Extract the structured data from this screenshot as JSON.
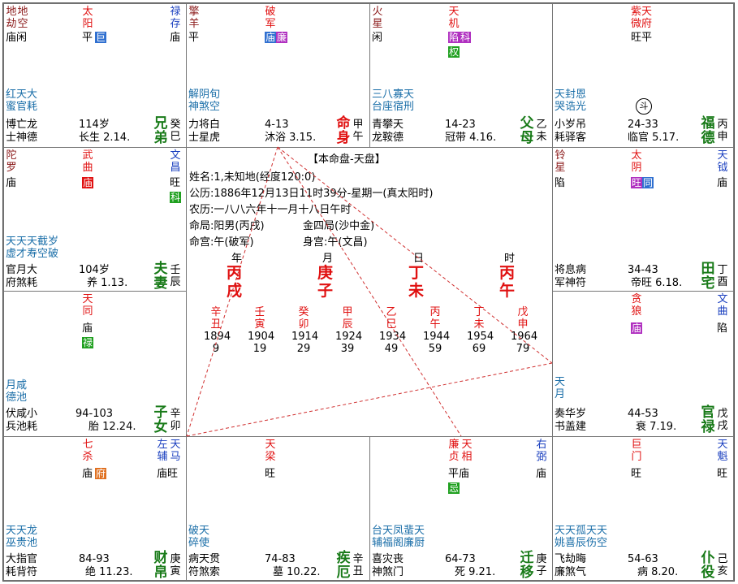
{
  "center": {
    "title": "【本命盘-天盘】",
    "name": "姓名:1,未知地(经度120:0)",
    "solar": "公历:1886年12月13日11时39分-星期一(真太阳时)",
    "lunar": "农历:一八八六年十一月十八日午时",
    "ju": "命局:阳男(丙戌)",
    "ju2": "金四局(沙中金)",
    "minggong": "命宫:午(破军)",
    "shengong": "身宫:午(文昌)",
    "pillar_labels": [
      "年",
      "月",
      "日",
      "时"
    ],
    "pillars": [
      [
        "丙",
        "戌"
      ],
      [
        "庚",
        "子"
      ],
      [
        "丁",
        "未"
      ],
      [
        "丙",
        "午"
      ]
    ],
    "dayun": [
      {
        "gz": [
          "辛",
          "丑"
        ],
        "year": "1894",
        "age": "9"
      },
      {
        "gz": [
          "壬",
          "寅"
        ],
        "year": "1904",
        "age": "19"
      },
      {
        "gz": [
          "癸",
          "卯"
        ],
        "year": "1914",
        "age": "29"
      },
      {
        "gz": [
          "甲",
          "辰"
        ],
        "year": "1924",
        "age": "39"
      },
      {
        "gz": [
          "乙",
          "巳"
        ],
        "year": "1934",
        "age": "49"
      },
      {
        "gz": [
          "丙",
          "午"
        ],
        "year": "1944",
        "age": "59"
      },
      {
        "gz": [
          "丁",
          "未"
        ],
        "year": "1954",
        "age": "69"
      },
      {
        "gz": [
          "戊",
          "申"
        ],
        "year": "1964",
        "age": "79"
      }
    ]
  },
  "palaces": {
    "si": {
      "name": [
        "兄",
        "弟"
      ],
      "stem": "癸",
      "branch": "巳",
      "range": "114岁",
      "stage": "长生 2.14.",
      "sm1": "博亡龙",
      "sm2": "士神德",
      "minor": [
        "红天大",
        "蜜官耗"
      ]
    },
    "wu": {
      "name": [
        "命",
        "身"
      ],
      "stem": "甲",
      "branch": "午",
      "range": "4-13",
      "stage": "沐浴 3.15.",
      "sm1": "力将白",
      "sm2": "士星虎",
      "minor": [
        "解阴旬",
        "神煞空"
      ]
    },
    "wei": {
      "name": [
        "父",
        "母"
      ],
      "stem": "乙",
      "branch": "未",
      "range": "14-23",
      "stage": "冠带 4.16.",
      "sm1": "青攀天",
      "sm2": "龙鞍德",
      "minor": [
        "三八寡天",
        "台座宿刑"
      ]
    },
    "shen": {
      "name": [
        "福",
        "德"
      ],
      "stem": "丙",
      "branch": "申",
      "range": "24-33",
      "stage": "临官 5.17.",
      "sm1": "小岁吊",
      "sm2": "耗驿客",
      "minor": [
        "天封恩",
        "哭诰光"
      ],
      "symbol": "斗"
    },
    "chen": {
      "name": [
        "夫",
        "妻"
      ],
      "stem": "壬",
      "branch": "辰",
      "range": "104岁",
      "stage": "养 1.13.",
      "sm1": "官月大",
      "sm2": "府煞耗",
      "minor": [
        "天天天截岁",
        "虚才寿空破"
      ]
    },
    "you": {
      "name": [
        "田",
        "宅"
      ],
      "stem": "丁",
      "branch": "酉",
      "range": "34-43",
      "stage": "帝旺 6.18.",
      "sm1": "将息病",
      "sm2": "军神符",
      "minor": []
    },
    "mao": {
      "name": [
        "子",
        "女"
      ],
      "stem": "辛",
      "branch": "卯",
      "range": "94-103",
      "stage": "胎 12.24.",
      "sm1": "伏咸小",
      "sm2": "兵池耗",
      "minor": [
        "月咸",
        "德池"
      ]
    },
    "xu": {
      "name": [
        "官",
        "禄"
      ],
      "stem": "戊",
      "branch": "戌",
      "range": "44-53",
      "stage": "衰 7.19.",
      "sm1": "奏华岁",
      "sm2": "书盖建",
      "minor": [
        "天",
        "月"
      ]
    },
    "yin": {
      "name": [
        "财",
        "帛"
      ],
      "stem": "庚",
      "branch": "寅",
      "range": "84-93",
      "stage": "绝 11.23.",
      "sm1": "大指官",
      "sm2": "耗背符",
      "minor": [
        "天天龙",
        "巫贵池"
      ]
    },
    "chou": {
      "name": [
        "疾",
        "厄"
      ],
      "stem": "辛",
      "branch": "丑",
      "range": "74-83",
      "stage": "墓 10.22.",
      "sm1": "病天贯",
      "sm2": "符煞索",
      "minor": [
        "破天",
        "碎使"
      ]
    },
    "zi": {
      "name": [
        "迁",
        "移"
      ],
      "stem": "庚",
      "branch": "子",
      "range": "64-73",
      "stage": "死 9.21.",
      "sm1": "喜灾丧",
      "sm2": "神煞门",
      "minor": [
        "台天凤蜚天",
        "辅福阁廉厨"
      ]
    },
    "hai": {
      "name": [
        "仆",
        "役"
      ],
      "stem": "己",
      "branch": "亥",
      "range": "54-63",
      "stage": "病 8.20.",
      "sm1": "飞劫晦",
      "sm2": "廉煞气",
      "minor": [
        "天天孤天天",
        "姚喜辰伤空"
      ]
    }
  },
  "stars": {
    "si": [
      {
        "t": "地劫",
        "c": "brown"
      },
      {
        "t": "地空",
        "c": "brown"
      },
      {
        "t": "太阳",
        "c": "red"
      },
      {
        "t": "禄存",
        "c": "blue"
      }
    ],
    "si_b": [
      "庙闲",
      "平",
      "巨",
      "庙"
    ],
    "wu": [
      {
        "t": "擎羊",
        "c": "brown"
      },
      {
        "t": "破军",
        "c": "red"
      }
    ],
    "wu_b": [
      "平",
      "庙",
      "廉"
    ],
    "wei": [
      {
        "t": "火星",
        "c": "brown"
      },
      {
        "t": "天机",
        "c": "red"
      }
    ],
    "wei_b": [
      "闲",
      "陷",
      "科",
      "权"
    ],
    "shen": [
      {
        "t": "紫微",
        "c": "red"
      },
      {
        "t": "天府",
        "c": "red"
      }
    ],
    "shen_b": [
      "旺平"
    ],
    "chen": [
      {
        "t": "陀罗",
        "c": "brown"
      },
      {
        "t": "武曲",
        "c": "red"
      },
      {
        "t": "文昌",
        "c": "blue"
      }
    ],
    "chen_b": [
      "庙",
      "庙",
      "旺",
      "科"
    ],
    "you": [
      {
        "t": "铃星",
        "c": "brown"
      },
      {
        "t": "太阴",
        "c": "red"
      },
      {
        "t": "天钺",
        "c": "blue"
      }
    ],
    "you_b": [
      "陷",
      "旺",
      "同",
      "庙"
    ],
    "mao": [
      {
        "t": "天同",
        "c": "red"
      }
    ],
    "mao_b": [
      "庙",
      "禄"
    ],
    "xu": [
      {
        "t": "贪狼",
        "c": "red"
      },
      {
        "t": "文曲",
        "c": "blue"
      }
    ],
    "xu_b": [
      "庙",
      "陷"
    ],
    "yin": [
      {
        "t": "七杀",
        "c": "red"
      },
      {
        "t": "左辅",
        "c": "blue"
      },
      {
        "t": "天马",
        "c": "blue"
      }
    ],
    "yin_b": [
      "庙",
      "府",
      "庙旺"
    ],
    "chou": [
      {
        "t": "天梁",
        "c": "red"
      }
    ],
    "chou_b": [
      "旺"
    ],
    "zi": [
      {
        "t": "廉贞",
        "c": "red"
      },
      {
        "t": "天相",
        "c": "red"
      },
      {
        "t": "右弼",
        "c": "blue"
      }
    ],
    "zi_b": [
      "平庙",
      "忌",
      "庙"
    ],
    "hai": [
      {
        "t": "巨门",
        "c": "red"
      },
      {
        "t": "天魁",
        "c": "blue"
      }
    ],
    "hai_b": [
      "旺",
      "旺"
    ]
  },
  "colors": {
    "border": "#777777",
    "brown": "#8b1a1a",
    "red": "#e01010",
    "blue": "#1a3fbf",
    "green": "#187a18",
    "boxblue": "#3070d0",
    "boxpurple": "#b030c0",
    "boxgreen": "#20a020",
    "boxorange": "#e07020",
    "line": "#d03030"
  }
}
